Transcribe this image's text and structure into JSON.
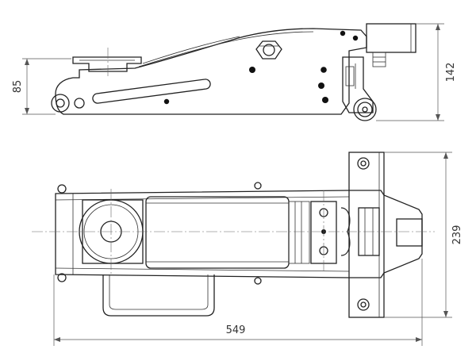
{
  "dimensions": {
    "side_height_low": "85",
    "side_height_total": "142",
    "plan_width": "239",
    "plan_length": "549"
  }
}
